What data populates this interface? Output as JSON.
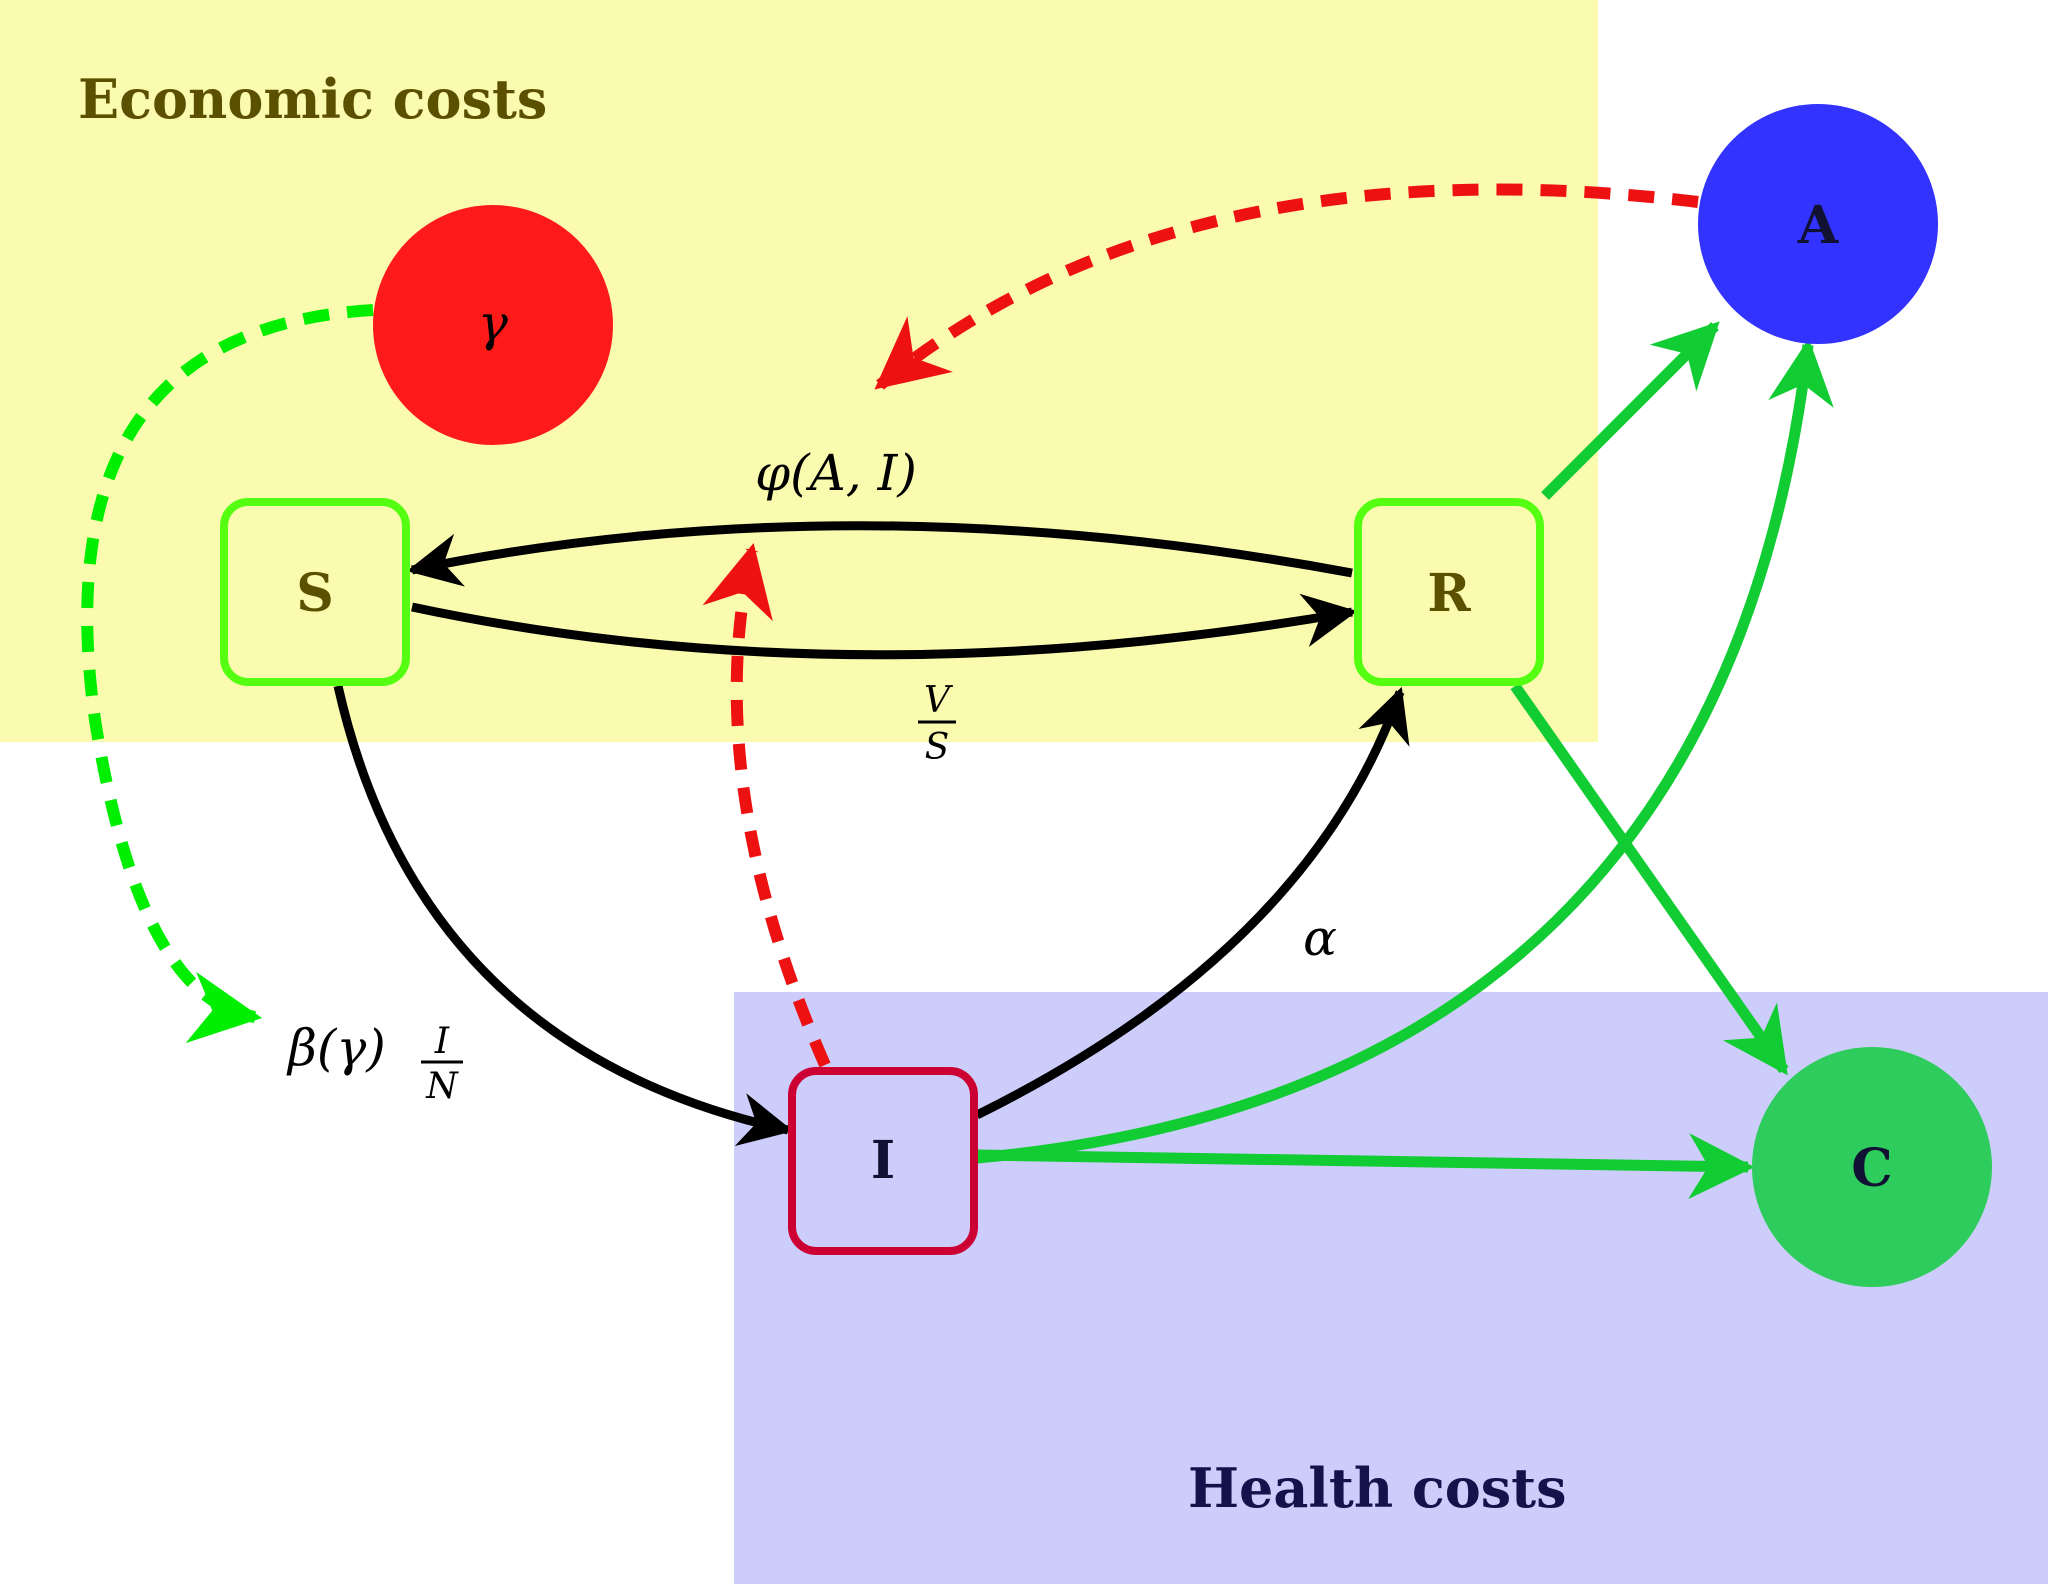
{
  "regions": {
    "economic": {
      "title": "Economic costs",
      "color": "#fbfbaf",
      "text_color": "#5a5000"
    },
    "health": {
      "title": "Health costs",
      "color": "#cccdfb",
      "text_color": "#14124a"
    }
  },
  "nodes": {
    "S": {
      "label": "S"
    },
    "R": {
      "label": "R"
    },
    "I": {
      "label": "I"
    },
    "A": {
      "label": "A",
      "color": "#3333ff"
    },
    "C": {
      "label": "C",
      "color": "#2ecc5c"
    },
    "gamma": {
      "label": "γ",
      "color": "#ff1a1a"
    }
  },
  "edge_labels": {
    "phi": "φ(A, I)",
    "vs_num": "V",
    "vs_den": "S",
    "alpha": "α",
    "beta": "β(γ)",
    "in_num": "I",
    "in_den": "N"
  },
  "colors": {
    "box_border_green": "#55ff11",
    "box_border_red": "#cc0033",
    "arrow_black": "#000000",
    "arrow_green": "#11cc33",
    "dashed_red": "#ee1111",
    "dashed_green": "#00ee00"
  }
}
